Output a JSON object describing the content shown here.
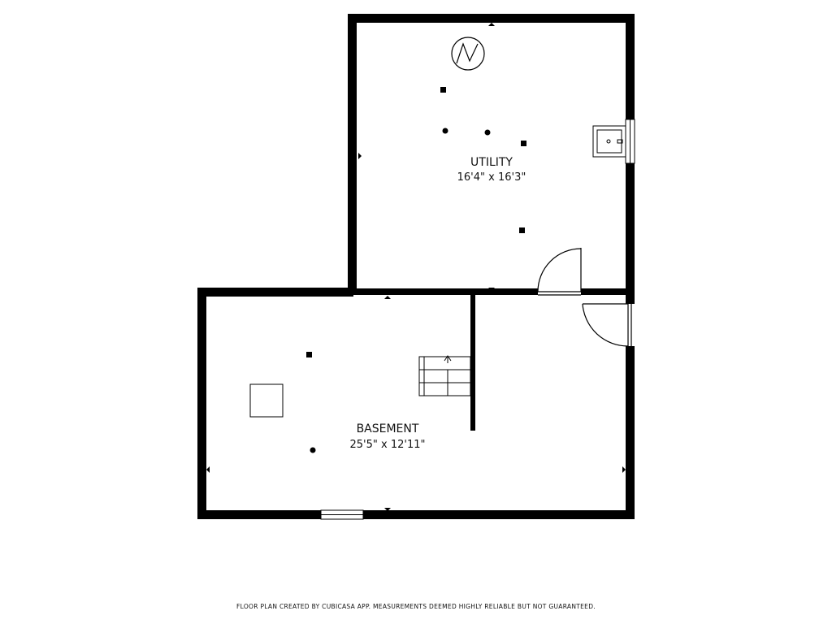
{
  "floorplan": {
    "rooms": [
      {
        "id": "utility",
        "name": "UTILITY",
        "dimensions": "16'4\" x 16'3\""
      },
      {
        "id": "basement",
        "name": "BASEMENT",
        "dimensions": "25'5\" x 12'11\""
      }
    ],
    "icons": {
      "water_heater": "water-heater-icon",
      "sink": "utility-sink-icon",
      "stairs": "stairs-icon",
      "furnace": "furnace-icon"
    },
    "footer_note": "FLOOR PLAN CREATED BY CUBICASA APP. MEASUREMENTS DEEMED HIGHLY RELIABLE BUT NOT GUARANTEED.",
    "colors": {
      "wall": "#000000",
      "background": "#ffffff"
    }
  }
}
